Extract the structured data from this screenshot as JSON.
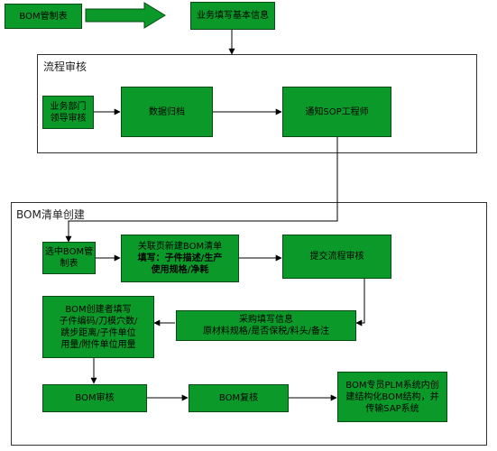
{
  "nodes": {
    "bom_form": "BOM管制表",
    "fill_basic_info": "业务填写基本信息",
    "dept_leader_review": "业务部门\n领导审核",
    "data_archive": "数据归档",
    "notify_sop": "通知SOP工程师",
    "select_bom_form": "选中BOM管\n制表",
    "link_page_line1": "关联页新建BOM清单",
    "link_page_line2": "填写：子件描述/生产",
    "link_page_line3": "使用规格/净耗",
    "submit_review": "提交流程审核",
    "bom_creator_fill": "BOM创建者填写\n子件编码/刀模穴数/\n跳步距离/子件单位\n用量/附件单位用量",
    "procurement_fill": "采购填写信息\n原材料规格/是否保税/料头/备注",
    "bom_review": "BOM审核",
    "bom_recheck": "BOM复核",
    "bom_specialist": "BOM专员PLM系统内创\n建结构化BOM结构，并\n传输SAP系统"
  },
  "groups": {
    "process_review": "流程审核",
    "bom_list_create": "BOM清单创建"
  }
}
